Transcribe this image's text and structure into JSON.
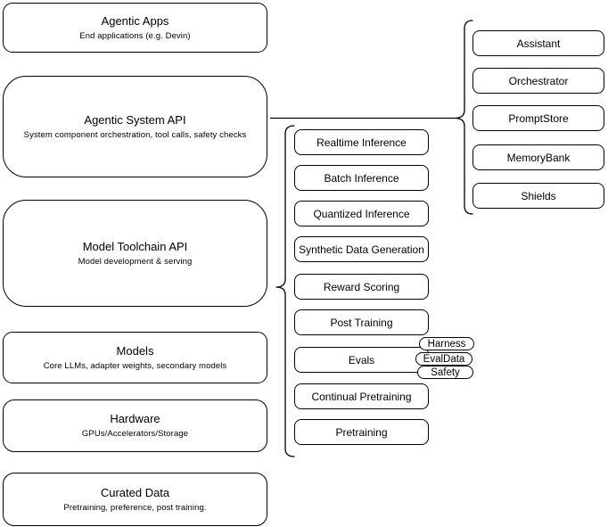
{
  "diagram": {
    "title": "Agentic system architecture diagram",
    "colors": {
      "stroke": "#000000",
      "fill": "#ffffff",
      "text": "#000000"
    },
    "left_column": {
      "boxes": [
        {
          "title": "Agentic Apps",
          "subtitle": "End applications (e.g. Devin)"
        },
        {
          "title": "Agentic System API",
          "subtitle": "System component orchestration, tool calls, safety checks"
        },
        {
          "title": "Model Toolchain API",
          "subtitle": "Model development & serving"
        },
        {
          "title": "Models",
          "subtitle": "Core LLMs, adapter weights, secondary models"
        },
        {
          "title": "Hardware",
          "subtitle": "GPUs/Accelerators/Storage"
        },
        {
          "title": "Curated Data",
          "subtitle": "Pretraining, preference, post training."
        }
      ]
    },
    "middle_column": {
      "boxes": [
        {
          "label": "Realtime Inference"
        },
        {
          "label": "Batch Inference"
        },
        {
          "label": "Quantized Inference"
        },
        {
          "label": "Synthetic Data Generation"
        },
        {
          "label": "Reward Scoring"
        },
        {
          "label": "Post Training"
        },
        {
          "label": "Evals"
        },
        {
          "label": "Continual Pretraining"
        },
        {
          "label": "Pretraining"
        }
      ]
    },
    "right_column": {
      "boxes": [
        {
          "label": "Assistant"
        },
        {
          "label": "Orchestrator"
        },
        {
          "label": "PromptStore"
        },
        {
          "label": "MemoryBank"
        },
        {
          "label": "Shields"
        }
      ]
    },
    "eval_pills": [
      {
        "label": "Harness"
      },
      {
        "label": "EvalData"
      },
      {
        "label": "Safety"
      }
    ]
  }
}
